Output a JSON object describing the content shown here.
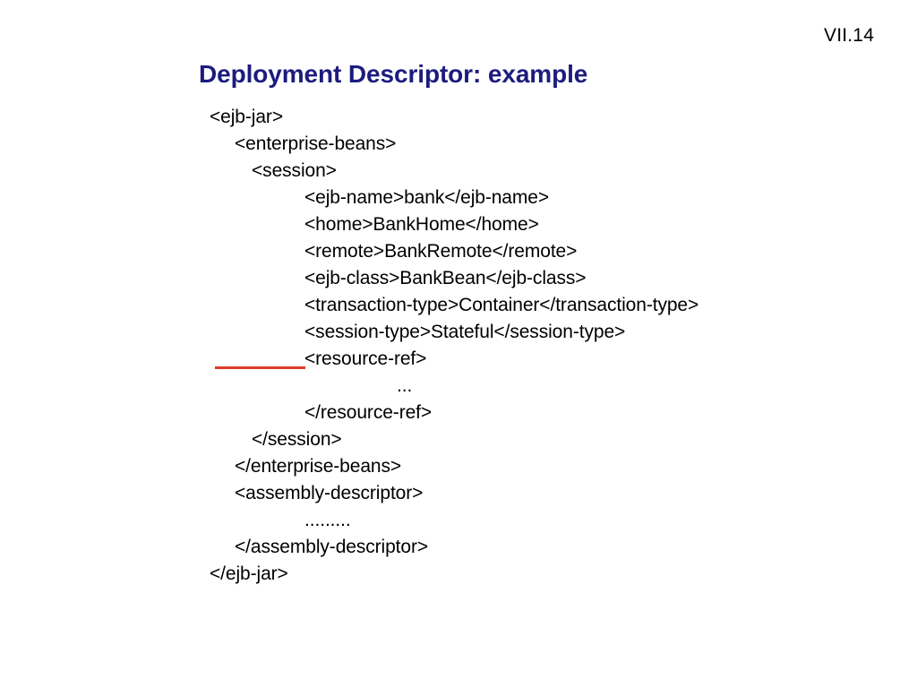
{
  "slide": {
    "page_number": "VII.14",
    "title": "Deployment Descriptor: example",
    "title_color": "#1c1c7e",
    "background_color": "#ffffff",
    "text_color": "#000000"
  },
  "marker": {
    "name": "resource-ref-underline",
    "color": "#de3b26",
    "target_line_index": 8
  },
  "code": {
    "language": "xml",
    "lines": [
      {
        "indent": 0,
        "text": "<ejb-jar>"
      },
      {
        "indent": 1,
        "text": "<enterprise-beans>"
      },
      {
        "indent": 2,
        "text": "<session>"
      },
      {
        "indent": 3,
        "text": "<ejb-name>bank</ejb-name>"
      },
      {
        "indent": 3,
        "text": "<home>BankHome</home>"
      },
      {
        "indent": 3,
        "text": "<remote>BankRemote</remote>"
      },
      {
        "indent": 3,
        "text": "<ejb-class>BankBean</ejb-class>"
      },
      {
        "indent": 3,
        "text": "<transaction-type>Container</transaction-type>"
      },
      {
        "indent": 3,
        "text": "<session-type>Stateful</session-type>"
      },
      {
        "indent": 3,
        "text": "<resource-ref>",
        "marked": true
      },
      {
        "indent": 4,
        "text": "..."
      },
      {
        "indent": 3,
        "text": "</resource-ref>"
      },
      {
        "indent": 2,
        "text": "</session>"
      },
      {
        "indent": 1,
        "text": "</enterprise-beans>"
      },
      {
        "indent": 1,
        "text": "<assembly-descriptor>"
      },
      {
        "indent": 3,
        "text": "........."
      },
      {
        "indent": 1,
        "text": "</assembly-descriptor>"
      },
      {
        "indent": 0,
        "text": "</ejb-jar>"
      }
    ]
  }
}
